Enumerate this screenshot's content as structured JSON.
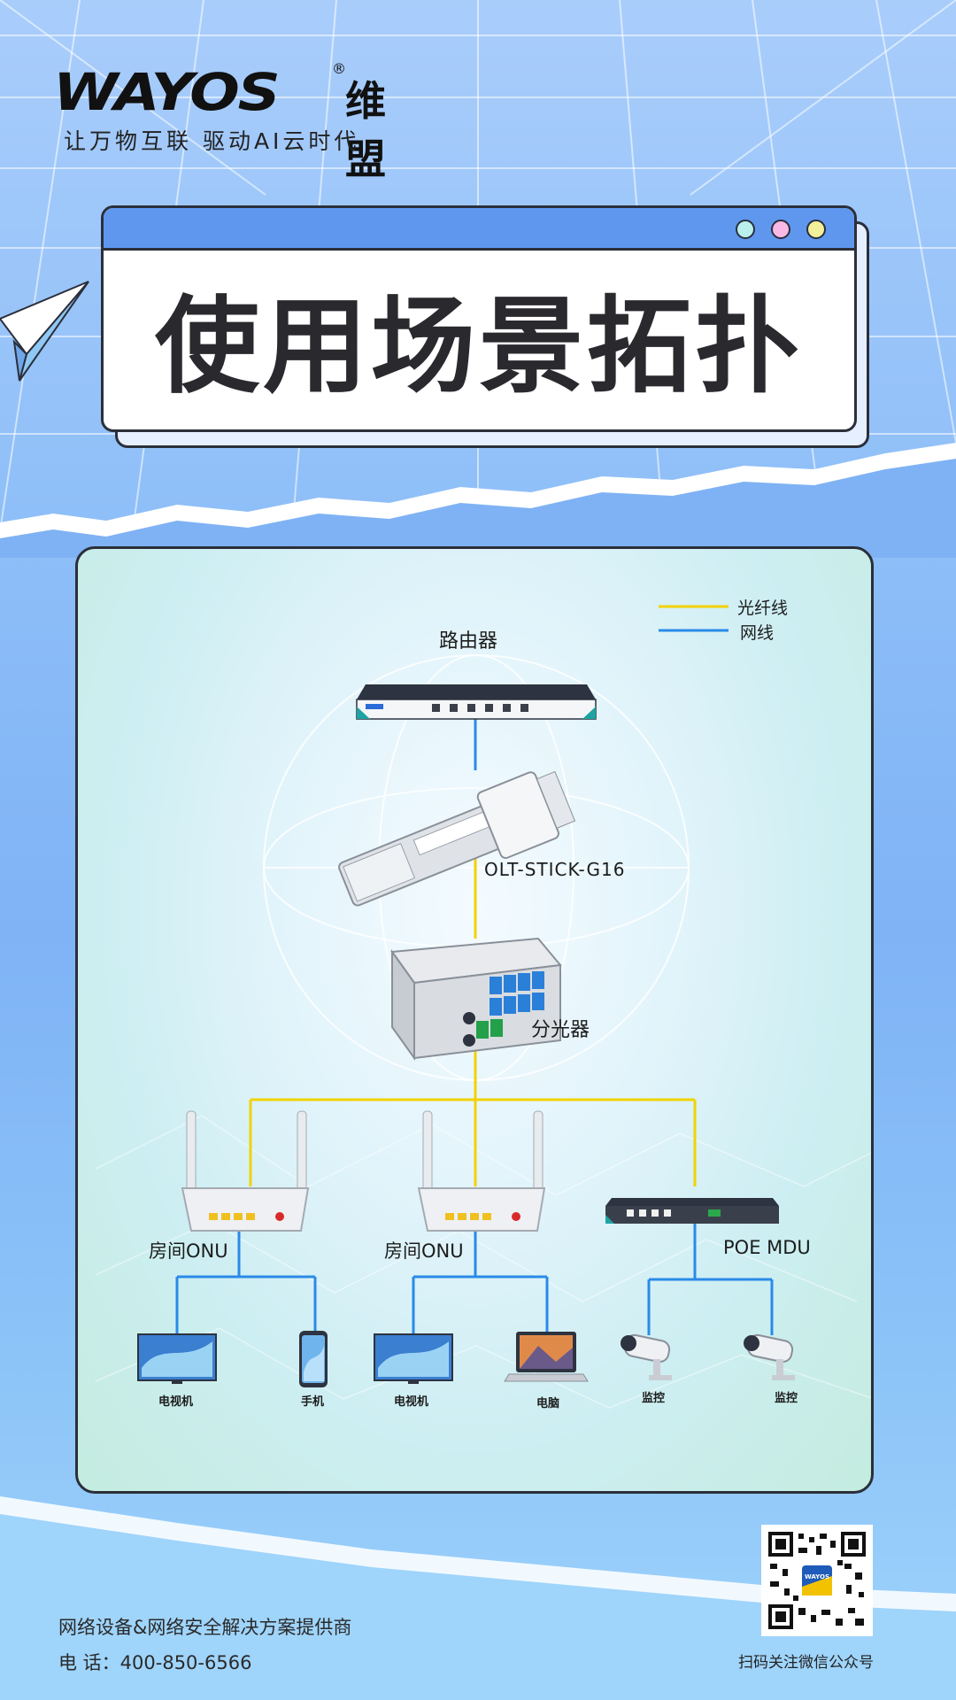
{
  "brand": {
    "logo_word": "WAYOS",
    "logo_reg": "®",
    "logo_cn": "维盟",
    "slogan": "让万物互联 驱动AI云时代"
  },
  "title": "使用场景拓扑图",
  "legend": {
    "fiber": {
      "label": "光纤线",
      "color": "#f2d200"
    },
    "ethernet": {
      "label": "网线",
      "color": "#2a8ae8"
    }
  },
  "devices": {
    "router": "路由器",
    "olt": "OLT-STICK-G16",
    "splitter": "分光器",
    "onu_left": "房间ONU",
    "onu_mid": "房间ONU",
    "poe_mdu": "POE MDU",
    "tv_1": "电视机",
    "phone": "手机",
    "tv_2": "电视机",
    "laptop": "电脑",
    "camera_1": "监控",
    "camera_2": "监控"
  },
  "footer": {
    "company": "网络设备&网络安全解决方案提供商",
    "phone": "电 话：400-850-6566",
    "qr_caption": "扫码关注微信公众号",
    "qr_badge": "WAYOS"
  }
}
